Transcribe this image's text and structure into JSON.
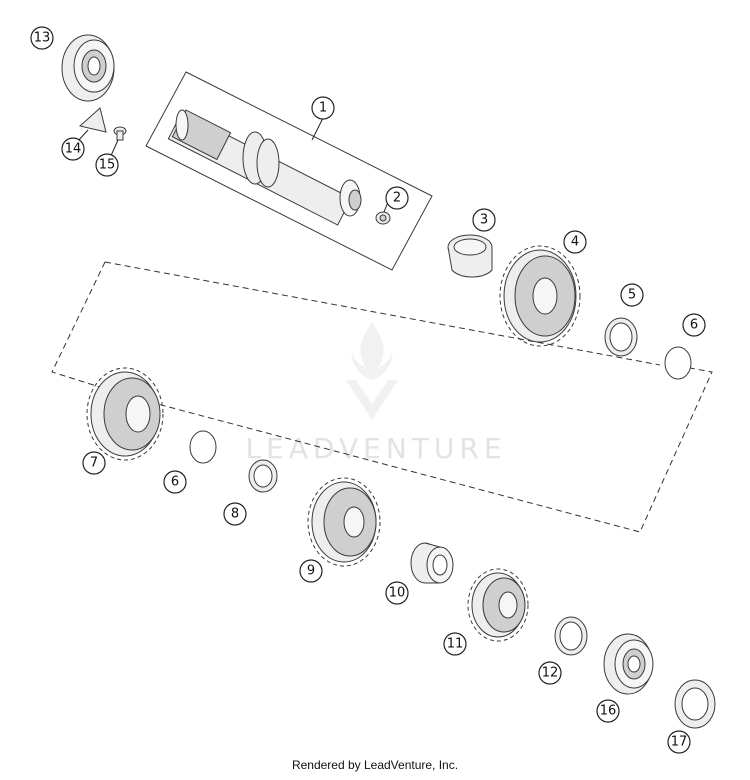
{
  "diagram": {
    "callouts": [
      "1",
      "2",
      "3",
      "4",
      "5",
      "6",
      "6",
      "7",
      "8",
      "9",
      "10",
      "11",
      "12",
      "13",
      "14",
      "15",
      "16",
      "17"
    ]
  },
  "watermark": {
    "text": "LEADVENTURE"
  },
  "footer": {
    "credit": "Rendered by LeadVenture, Inc."
  },
  "colors": {
    "line": "#3a3a3a",
    "part_fill": "#eeeeee",
    "watermark": "#e3e3e3"
  }
}
